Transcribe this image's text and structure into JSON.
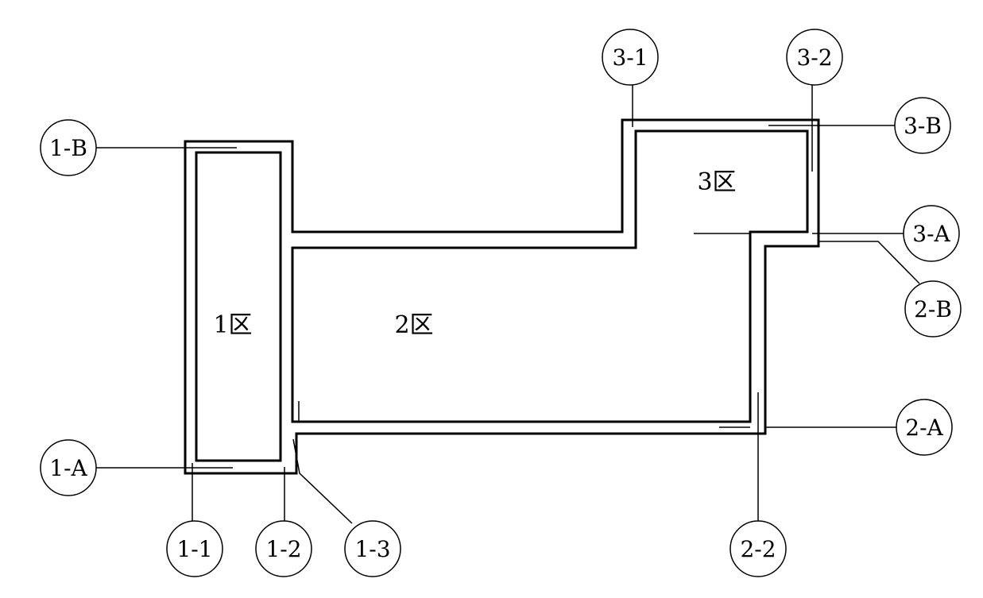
{
  "zones": {
    "zone1": "1区",
    "zone2": "2区",
    "zone3": "3区"
  },
  "axes": {
    "a1B": "1-B",
    "a1A": "1-A",
    "a11": "1-1",
    "a12": "1-2",
    "a13": "1-3",
    "a22": "2-2",
    "a2A": "2-A",
    "a2B": "2-B",
    "a3A": "3-A",
    "a3B": "3-B",
    "a31": "3-1",
    "a32": "3-2"
  }
}
